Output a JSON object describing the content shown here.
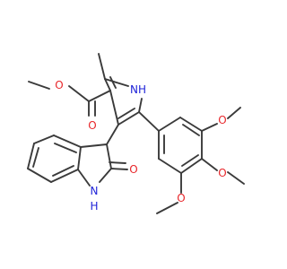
{
  "atoms": {
    "o_carbonyl": "O",
    "o_ester": "O",
    "o_lactam": "O",
    "o_methoxy_top": "O",
    "o_methoxy_mid": "O",
    "o_methoxy_bottom": "O",
    "nh_pyrrole": "NH",
    "n_indole": "N",
    "h_indole": "H"
  },
  "colors": {
    "oxygen": "#e8272b",
    "nitrogen": "#1f23d8",
    "bond": "#3a3a3a"
  }
}
